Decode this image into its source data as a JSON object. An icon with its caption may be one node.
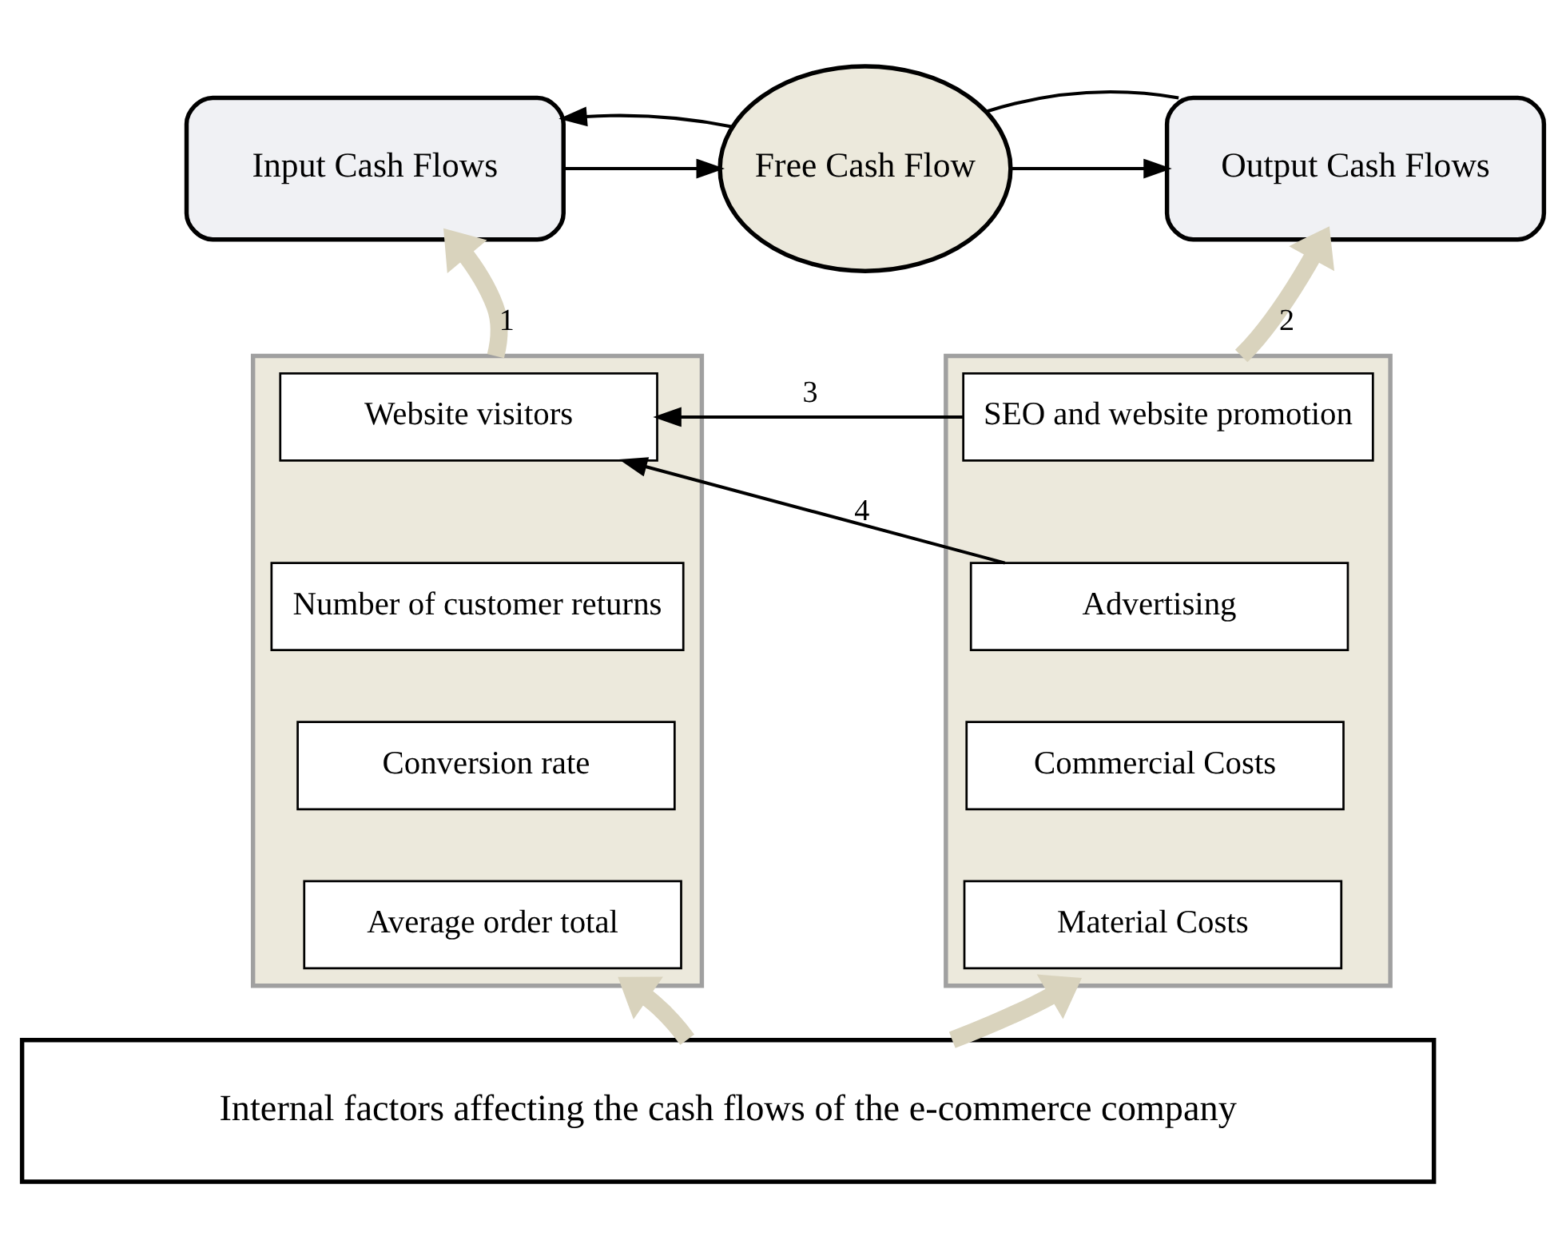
{
  "diagram": {
    "nodes": [
      {
        "text": [
          "Input Cash Flows"
        ]
      },
      {
        "text": [
          "Free Cash Flow"
        ]
      },
      {
        "text": [
          "Output Cash Flows"
        ]
      },
      {
        "text": [],
        "shape": "box"
      },
      {
        "text": [
          "Website visitors"
        ],
        "in": 3
      },
      {
        "text": [
          "Number of customer returns"
        ],
        "in": 3
      },
      {
        "text": [
          "Conversion rate"
        ],
        "in": 3
      },
      {
        "text": [
          "Average order total"
        ],
        "in": 3
      },
      {
        "text": [],
        "shape": "box"
      },
      {
        "text": [
          "SEO and website promotion"
        ],
        "in": 8
      },
      {
        "text": [
          "Advertising"
        ],
        "in": 8
      },
      {
        "text": [
          "Commercial Costs"
        ],
        "in": 8
      },
      {
        "text": [
          "Material Costs"
        ],
        "in": 8
      },
      {
        "text": [
          "Internal factors affecting the cash flows of the e-commerce company"
        ]
      }
    ],
    "edges": [
      {
        "from": 0,
        "to": 1,
        "arrow": "to"
      },
      {
        "from": 1,
        "to": 0,
        "arrow": "to"
      },
      {
        "from": 1,
        "to": 2,
        "arrow": "to"
      },
      {
        "from": 1,
        "to": 2,
        "arrow": "none"
      },
      {
        "from": 3,
        "to": 0,
        "arrow": "to",
        "label": "1",
        "style": "thick",
        "color": "#d9d3bd"
      },
      {
        "from": 8,
        "to": 2,
        "arrow": "to",
        "label": "2",
        "style": "thick",
        "color": "#d9d3bd"
      },
      {
        "from": 9,
        "to": 4,
        "arrow": "to",
        "label": "3"
      },
      {
        "from": 10,
        "to": 4,
        "arrow": "to",
        "label": "4"
      },
      {
        "from": 13,
        "to": 3,
        "arrow": "to",
        "style": "thick",
        "color": "#d9d3bd"
      },
      {
        "from": 13,
        "to": 8,
        "arrow": "to",
        "style": "thick",
        "color": "#d9d3bd"
      }
    ]
  }
}
